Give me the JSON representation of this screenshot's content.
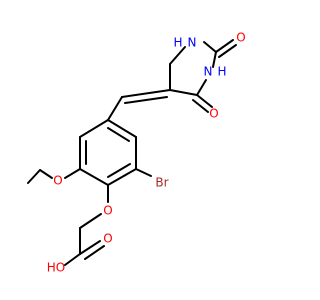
{
  "molecule": {
    "colors": {
      "bond": "#000000",
      "oxygen": "#ff0000",
      "nitrogen": "#0000ff",
      "bromine": "#a52a2a",
      "background": "#ffffff"
    },
    "atoms": {
      "imidazolidine_top_oxygen": "O",
      "imidazolidine_nh_top": "H\nN",
      "imidazolidine_nh_right": "N\nH",
      "imidazolidine_carbonyl_oxygen": "O",
      "ethoxy_oxygen": "O",
      "bromine": "Br",
      "ether_oxygen": "O",
      "acid_hydroxyl": "HO",
      "acid_carbonyl_oxygen": "O"
    }
  }
}
